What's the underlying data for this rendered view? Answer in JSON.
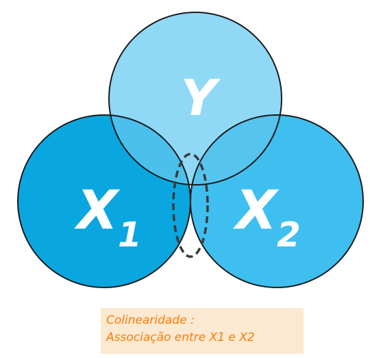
{
  "circles": {
    "y": {
      "label": "Y",
      "color": "#7fd4f5"
    },
    "x1": {
      "label": "X",
      "subscript": "1",
      "color": "#0aa6e0"
    },
    "x2": {
      "label": "X",
      "subscript": "2",
      "color": "#3fbff0"
    }
  },
  "overlap_color": "#5ccaf0",
  "outline_color": "#1a1a1a",
  "note": {
    "line1": "Colinearidade :",
    "line2": "Associação entre X1 e X2",
    "text_color": "#ff7b00",
    "background": "#fbe9d2"
  }
}
